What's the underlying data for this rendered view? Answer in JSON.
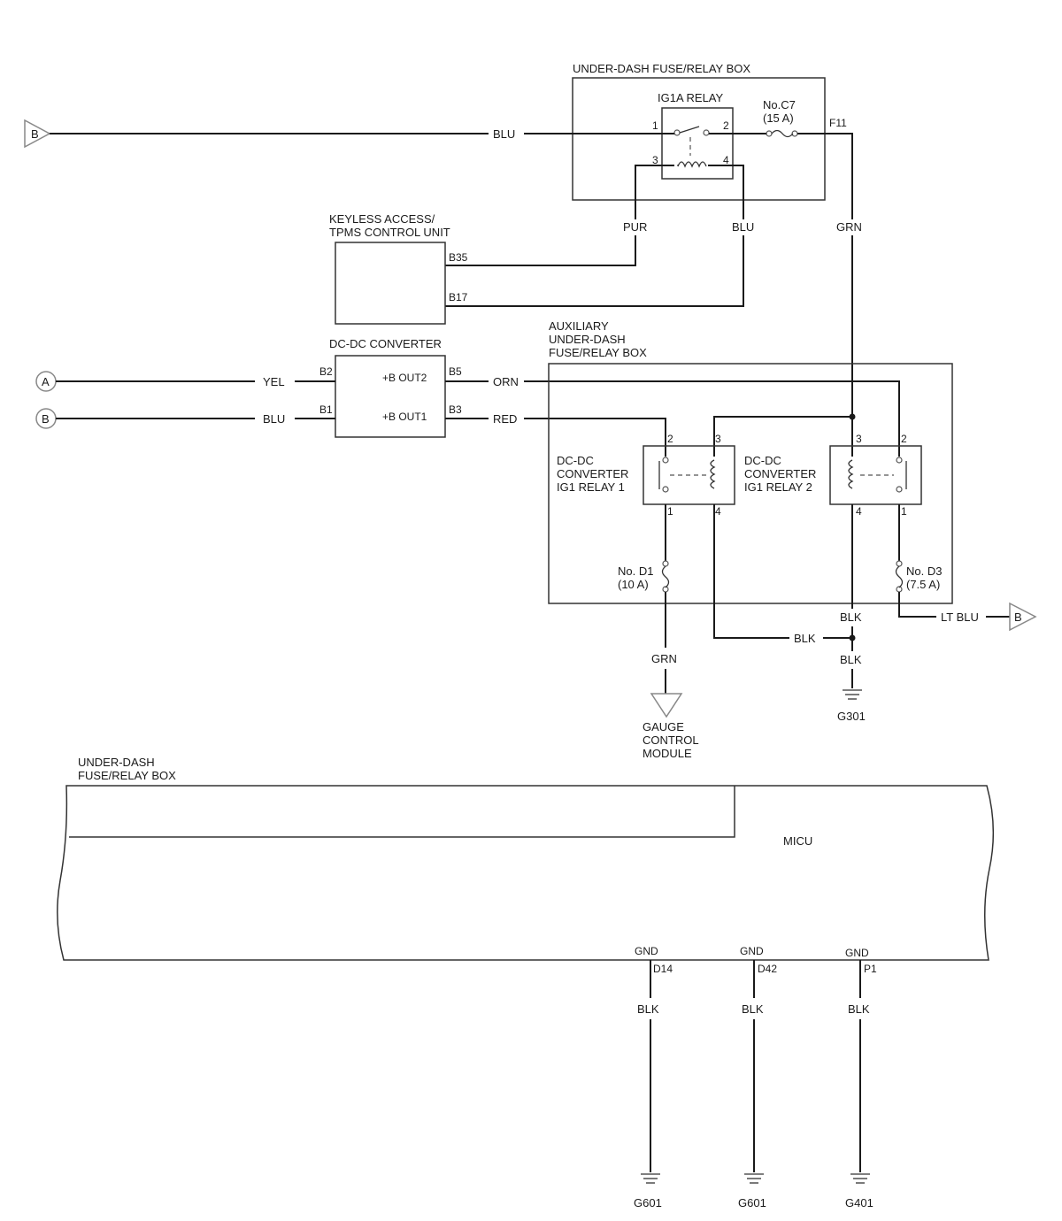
{
  "components": {
    "underdash_box_top": "UNDER-DASH FUSE/RELAY BOX",
    "ig1a_relay": "IG1A RELAY",
    "fuse_c7_name": "No.C7",
    "fuse_c7_rating": "(15 A)",
    "keyless_line1": "KEYLESS ACCESS/",
    "keyless_line2": "TPMS CONTROL UNIT",
    "dcdc_converter": "DC-DC CONVERTER",
    "aux_line1": "AUXILIARY",
    "aux_line2": "UNDER-DASH",
    "aux_line3": "FUSE/RELAY BOX",
    "relay1_line1": "DC-DC",
    "relay1_line2": "CONVERTER",
    "relay1_line3": "IG1 RELAY 1",
    "relay2_line1": "DC-DC",
    "relay2_line2": "CONVERTER",
    "relay2_line3": "IG1 RELAY 2",
    "fuse_d1_name": "No. D1",
    "fuse_d1_rating": "(10 A)",
    "fuse_d3_name": "No. D3",
    "fuse_d3_rating": "(7.5 A)",
    "gauge_line1": "GAUGE",
    "gauge_line2": "CONTROL",
    "gauge_line3": "MODULE",
    "underdash_bottom_line1": "UNDER-DASH",
    "underdash_bottom_line2": "FUSE/RELAY BOX",
    "micu": "MICU"
  },
  "connectors": {
    "b_top": "B",
    "a_left": "A",
    "b_left": "B",
    "b_right": "B"
  },
  "pins": {
    "ig1a_1": "1",
    "ig1a_2": "2",
    "ig1a_3": "3",
    "ig1a_4": "4",
    "f11": "F11",
    "b35": "B35",
    "b17": "B17",
    "b2": "B2",
    "b1": "B1",
    "b5": "B5",
    "b3": "B3",
    "out2": "+B OUT2",
    "out1": "+B OUT1",
    "r1_2": "2",
    "r1_3": "3",
    "r1_1": "1",
    "r1_4": "4",
    "r2_3": "3",
    "r2_2": "2",
    "r2_4": "4",
    "r2_1": "1",
    "gnd1": "GND",
    "gnd2": "GND",
    "gnd3": "GND",
    "d14": "D14",
    "d42": "D42",
    "p1": "P1"
  },
  "wires": {
    "blu_top": "BLU",
    "pur": "PUR",
    "blu_relay": "BLU",
    "grn_f11": "GRN",
    "yel": "YEL",
    "blu_left": "BLU",
    "orn": "ORN",
    "red": "RED",
    "grn_gauge": "GRN",
    "blk_relay2": "BLK",
    "blk_mid": "BLK",
    "blk_ground": "BLK",
    "lt_blu": "LT BLU",
    "blk_d14": "BLK",
    "blk_d42": "BLK",
    "blk_p1": "BLK"
  },
  "grounds": {
    "g301": "G301",
    "g601_a": "G601",
    "g601_b": "G601",
    "g401": "G401"
  }
}
